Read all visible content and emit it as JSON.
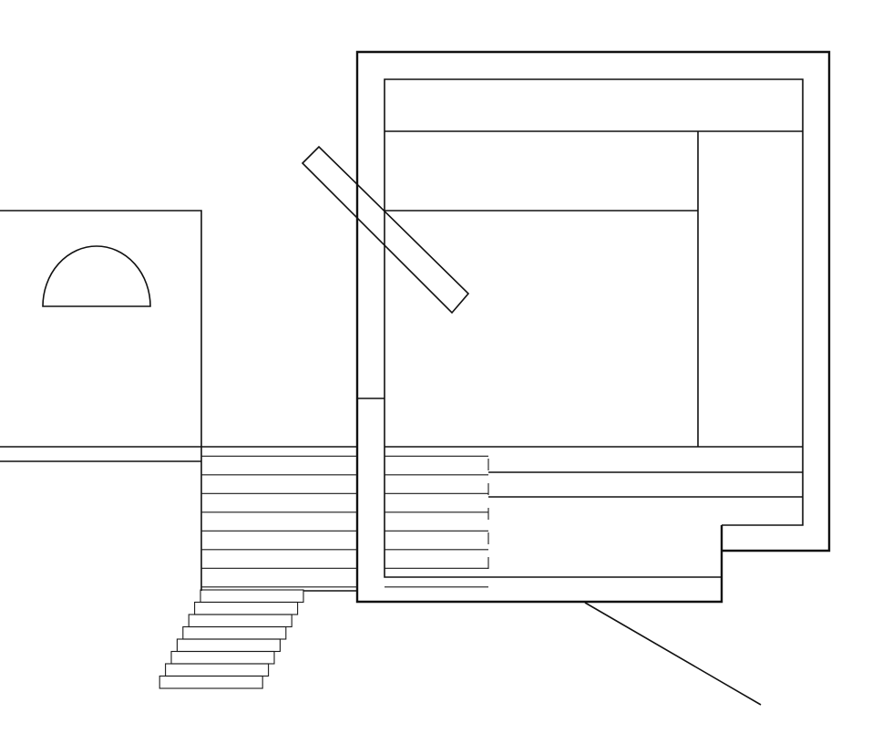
{
  "drawing": {
    "style": "architectural line drawing",
    "background": "#ffffff",
    "ink": "#111111",
    "upper_stair_treads": 8,
    "lower_stair_treads": 8
  }
}
